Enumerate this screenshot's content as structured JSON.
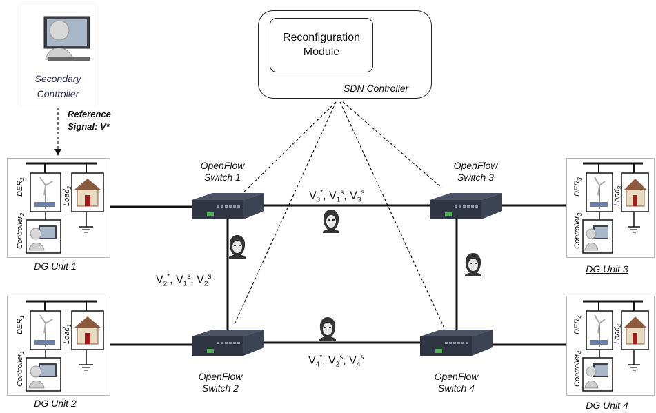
{
  "sdn": {
    "module_line1": "Reconfiguration",
    "module_line2": "Module",
    "controller_label": "SDN Controller"
  },
  "secondary": {
    "line1": "Secondary",
    "line2": "Controller",
    "ref_line1": "Reference",
    "ref_line2": "Signal:  V*"
  },
  "switches": [
    {
      "line1": "OpenFlow",
      "line2": "Switch 1"
    },
    {
      "line1": "OpenFlow",
      "line2": "Switch 2"
    },
    {
      "line1": "OpenFlow",
      "line2": "Switch 3"
    },
    {
      "line1": "OpenFlow",
      "line2": "Switch 4"
    }
  ],
  "dg_units": [
    {
      "label": "DG Unit 1",
      "der": "DER",
      "load": "Load",
      "controller": "Controller",
      "index": "2"
    },
    {
      "label": "DG Unit 2",
      "der": "DER",
      "load": "Load",
      "controller": "Controller",
      "index": "1"
    },
    {
      "label": "DG Unit 3",
      "der": "DER",
      "load": "Load",
      "controller": "Controller",
      "index": "3"
    },
    {
      "label": "DG Unit 4",
      "der": "DER",
      "load": "Load",
      "controller": "Controller",
      "index": "4"
    }
  ],
  "link_labels": {
    "top": [
      {
        "base": "V",
        "sup": "*",
        "sub": "3"
      },
      {
        "base": "V",
        "sup": "s",
        "sub": "1"
      },
      {
        "base": "V",
        "sup": "s",
        "sub": "3"
      }
    ],
    "left": [
      {
        "base": "V",
        "sup": "*",
        "sub": "2"
      },
      {
        "base": "V",
        "sup": "s",
        "sub": "1"
      },
      {
        "base": "V",
        "sup": "s",
        "sub": "2"
      }
    ],
    "bottom": [
      {
        "base": "V",
        "sup": "*",
        "sub": "4"
      },
      {
        "base": "V",
        "sup": "s",
        "sub": "2"
      },
      {
        "base": "V",
        "sup": "s",
        "sub": "4"
      }
    ]
  },
  "colors": {
    "line": "#111111",
    "switch": "#2f3542",
    "switch_top": "#4a5263",
    "attacker": "#333333",
    "led": "#4caf50"
  }
}
